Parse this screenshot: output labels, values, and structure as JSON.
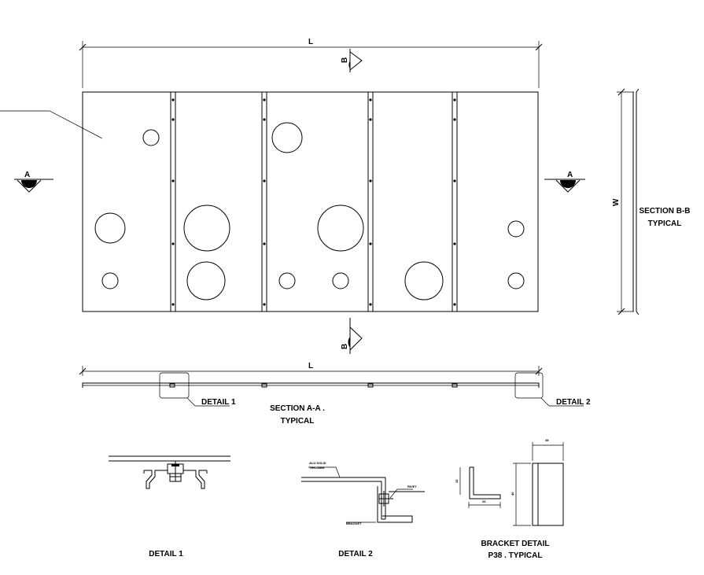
{
  "dimensions": {
    "length": "L",
    "width": "W",
    "section_a_length": "L"
  },
  "section_markers": {
    "a_left": "A",
    "a_right": "A",
    "b_top": "B",
    "b_bottom": "B"
  },
  "labels": {
    "section_bb": [
      "SECTION B-B",
      "TYPICAL"
    ],
    "section_aa": [
      "SECTION A-A .",
      "TYPICAL"
    ],
    "detail1_callout": "DETAIL 1",
    "detail2_callout": "DETAIL 2",
    "detail1_title": "DETAIL 1",
    "detail2_title": "DETAIL 2",
    "bracket_title": [
      "BRACKET DETAIL",
      "P38 . TYPICAL"
    ]
  },
  "detail2_notes": {
    "material_line1": "ALU SOLID",
    "material_line2": "THK=3MM",
    "rivet": "RIVET",
    "bracket": "BRACKET"
  },
  "bracket_dims": {
    "leg_vertical": "15",
    "leg_horizontal": "20",
    "width": "38",
    "height": "40"
  }
}
